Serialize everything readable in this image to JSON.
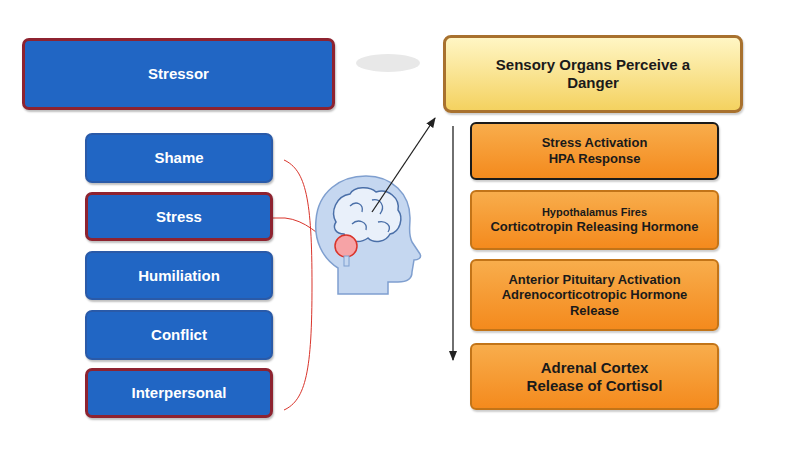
{
  "diagram": {
    "nodes": [
      {
        "text": [
          "Stressor"
        ]
      },
      {
        "text": [
          "Shame"
        ]
      },
      {
        "text": [
          "Stress"
        ]
      },
      {
        "text": [
          "Humiliation"
        ]
      },
      {
        "text": [
          "Conflict"
        ]
      },
      {
        "text": [
          "Interpersonal"
        ]
      },
      {
        "text": [
          "Sensory Organs Perceive a Danger"
        ]
      },
      {
        "text": [
          "Stress Activation",
          "HPA Response"
        ]
      },
      {
        "text": [
          "Hypothalamus Fires",
          "Corticotropin Releasing Hormone"
        ]
      },
      {
        "text": [
          "Anterior Pituitary Activation",
          "Adrenocorticotropic Hormone Release"
        ]
      },
      {
        "text": [
          "Adrenal Cortex",
          "Release of Cortisol"
        ]
      }
    ]
  }
}
